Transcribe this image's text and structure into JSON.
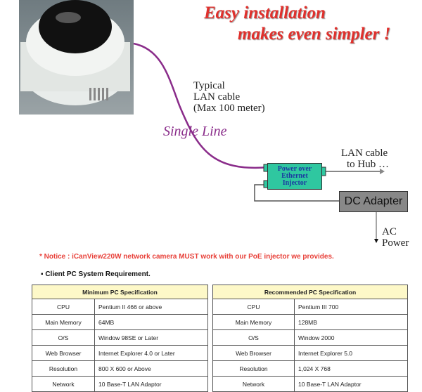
{
  "title": {
    "line1": "Easy installation",
    "line2": "makes even simpler !"
  },
  "cable_label": {
    "line1": "Typical",
    "line2": "LAN cable",
    "line3": "(Max 100 meter)"
  },
  "single_line": "Single Line",
  "injector": {
    "line1": "Power over",
    "line2": "Ethernet",
    "line3": "Injector"
  },
  "hub_label": {
    "line1": "LAN cable",
    "line2": "to Hub …"
  },
  "dc_adapter": "DC Adapter",
  "ac_label": {
    "line1": "AC",
    "line2": "Power"
  },
  "notice": "* Notice : iCanView220W network  camera MUST work with our PoE injector we provides.",
  "requirement": "▪ Client PC System Requirement.",
  "colors": {
    "title": "#e0302c",
    "cable": "#8a2c8a",
    "injector": "#2fc7a0",
    "header": "#fdf8c8"
  },
  "tables": [
    {
      "header": "Minimum PC Specification",
      "rows": [
        [
          "CPU",
          "Pentium II 466 or above"
        ],
        [
          "Main Memory",
          "64MB"
        ],
        [
          "O/S",
          "Window 98SE or Later"
        ],
        [
          "Web Browser",
          "Internet Explorer 4.0 or Later"
        ],
        [
          "Resolution",
          "800 X 600 or Above"
        ],
        [
          "Network",
          "10 Base-T LAN Adaptor"
        ]
      ]
    },
    {
      "header": "Recommended PC Specification",
      "rows": [
        [
          "CPU",
          "Pentium III 700"
        ],
        [
          "Main Memory",
          "128MB"
        ],
        [
          "O/S",
          "Window 2000"
        ],
        [
          "Web Browser",
          "Internet Explorer 5.0"
        ],
        [
          "Resolution",
          "1,024 X 768"
        ],
        [
          "Network",
          "10 Base-T LAN Adaptor"
        ]
      ]
    }
  ]
}
